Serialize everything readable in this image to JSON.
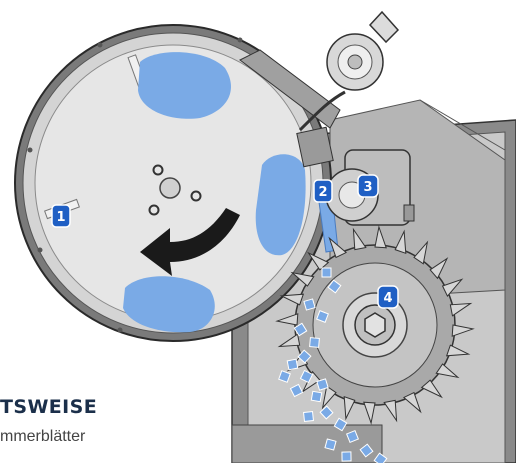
{
  "caption": {
    "title": "TSWEISE",
    "text": "mmerblätter"
  },
  "callouts": [
    {
      "number": "1",
      "part": "rotating drum with paddles"
    },
    {
      "number": "2",
      "part": "feed gap / guide plate"
    },
    {
      "number": "3",
      "part": "feed roller"
    },
    {
      "number": "4",
      "part": "rotor with hammer blades"
    }
  ],
  "colors": {
    "accent": "#1f5fc4",
    "product_blue": "#7aaae6",
    "steel_light": "#d9d9d9",
    "steel_dark": "#6d6d6d",
    "outline": "#333333"
  },
  "icons": [
    "rotation-arrow-icon",
    "star-knob-icon"
  ]
}
